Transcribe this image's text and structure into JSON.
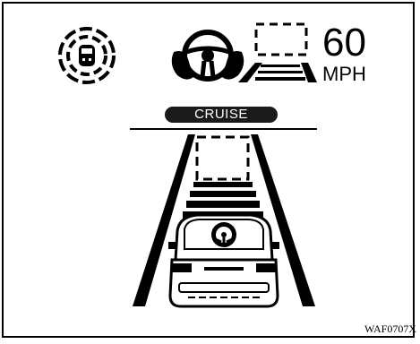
{
  "display": {
    "speed_value": "60",
    "speed_unit": "MPH",
    "mode_label": "CRUISE",
    "figure_code": "WAF0707X"
  },
  "icons": {
    "lane_assist": "steering-wheel-hands-lane-icon",
    "vehicle_detect": "car-radar-icon",
    "lead_vehicle": "lead-vehicle-dashed-box"
  },
  "colors": {
    "ink": "#000000",
    "pill_bg": "#1a1a1a",
    "pill_text": "#ffffff",
    "background": "#ffffff"
  }
}
